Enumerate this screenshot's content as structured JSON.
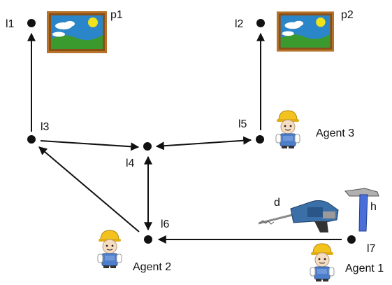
{
  "nodes": [
    {
      "id": "l1",
      "label": "l1"
    },
    {
      "id": "l2",
      "label": "l2"
    },
    {
      "id": "l3",
      "label": "l3"
    },
    {
      "id": "l4",
      "label": "l4"
    },
    {
      "id": "l5",
      "label": "l5"
    },
    {
      "id": "l6",
      "label": "l6"
    },
    {
      "id": "l7",
      "label": "l7"
    }
  ],
  "edges": [
    {
      "from": "l3",
      "to": "l1",
      "direction": "forward"
    },
    {
      "from": "l5",
      "to": "l2",
      "direction": "forward"
    },
    {
      "from": "l3",
      "to": "l4",
      "direction": "forward"
    },
    {
      "from": "l4",
      "to": "l5",
      "direction": "both"
    },
    {
      "from": "l4",
      "to": "l6",
      "direction": "both"
    },
    {
      "from": "l6",
      "to": "l3",
      "direction": "forward"
    },
    {
      "from": "l7",
      "to": "l6",
      "direction": "forward"
    }
  ],
  "paintings": [
    {
      "id": "p1",
      "label": "p1"
    },
    {
      "id": "p2",
      "label": "p2"
    }
  ],
  "agents": [
    {
      "id": "agent1",
      "label": "Agent 1"
    },
    {
      "id": "agent2",
      "label": "Agent 2"
    },
    {
      "id": "agent3",
      "label": "Agent 3"
    }
  ],
  "tools": [
    {
      "id": "drill",
      "label": "d",
      "icon": "drill-icon"
    },
    {
      "id": "hammer",
      "label": "h",
      "icon": "hammer-icon"
    }
  ],
  "colors": {
    "edge": "#111111",
    "painting_frame": "#b8732a",
    "painting_sky": "#2a86c8",
    "painting_sun": "#f2e21a",
    "painting_grass": "#3b9a2e",
    "agent_helmet": "#f4c21c",
    "agent_overalls": "#4d7ec9",
    "drill_body": "#3a6fa8",
    "hammer_handle": "#4a6fd8"
  }
}
